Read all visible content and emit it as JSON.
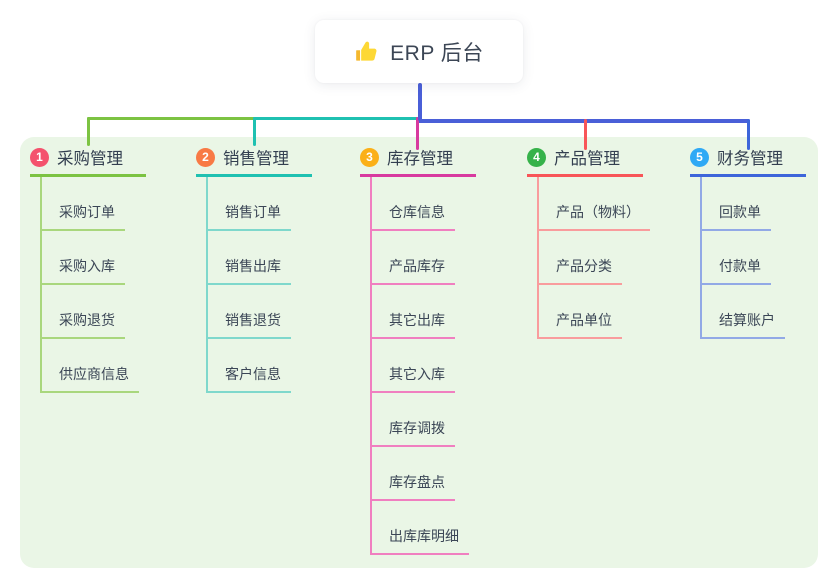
{
  "root": {
    "label": "ERP 后台",
    "icon": "thumbs-up-icon"
  },
  "canvas": {
    "background_color": "#eaf6e6",
    "trunk_color": "#4a5fd8"
  },
  "branches": [
    {
      "label": "采购管理",
      "badge": "1",
      "badge_color": "#f4526d",
      "line_color": "#7cc342",
      "light_line_color": "#a9d77d",
      "children": [
        "采购订单",
        "采购入库",
        "采购退货",
        "供应商信息"
      ]
    },
    {
      "label": "销售管理",
      "badge": "2",
      "badge_color": "#f87a45",
      "line_color": "#1fc1b1",
      "light_line_color": "#7fd8cc",
      "children": [
        "销售订单",
        "销售出库",
        "销售退货",
        "客户信息"
      ]
    },
    {
      "label": "库存管理",
      "badge": "3",
      "badge_color": "#fbb018",
      "line_color": "#d83a9f",
      "light_line_color": "#f07fc0",
      "children": [
        "仓库信息",
        "产品库存",
        "其它出库",
        "其它入库",
        "库存调拨",
        "库存盘点",
        "出库库明细"
      ]
    },
    {
      "label": "产品管理",
      "badge": "4",
      "badge_color": "#36b24a",
      "line_color": "#f85558",
      "light_line_color": "#f99c9d",
      "children": [
        "产品（物料）",
        "产品分类",
        "产品单位"
      ]
    },
    {
      "label": "财务管理",
      "badge": "5",
      "badge_color": "#2fa9f5",
      "line_color": "#3d65da",
      "light_line_color": "#92a9e6",
      "children": [
        "回款单",
        "付款单",
        "结算账户"
      ]
    }
  ]
}
